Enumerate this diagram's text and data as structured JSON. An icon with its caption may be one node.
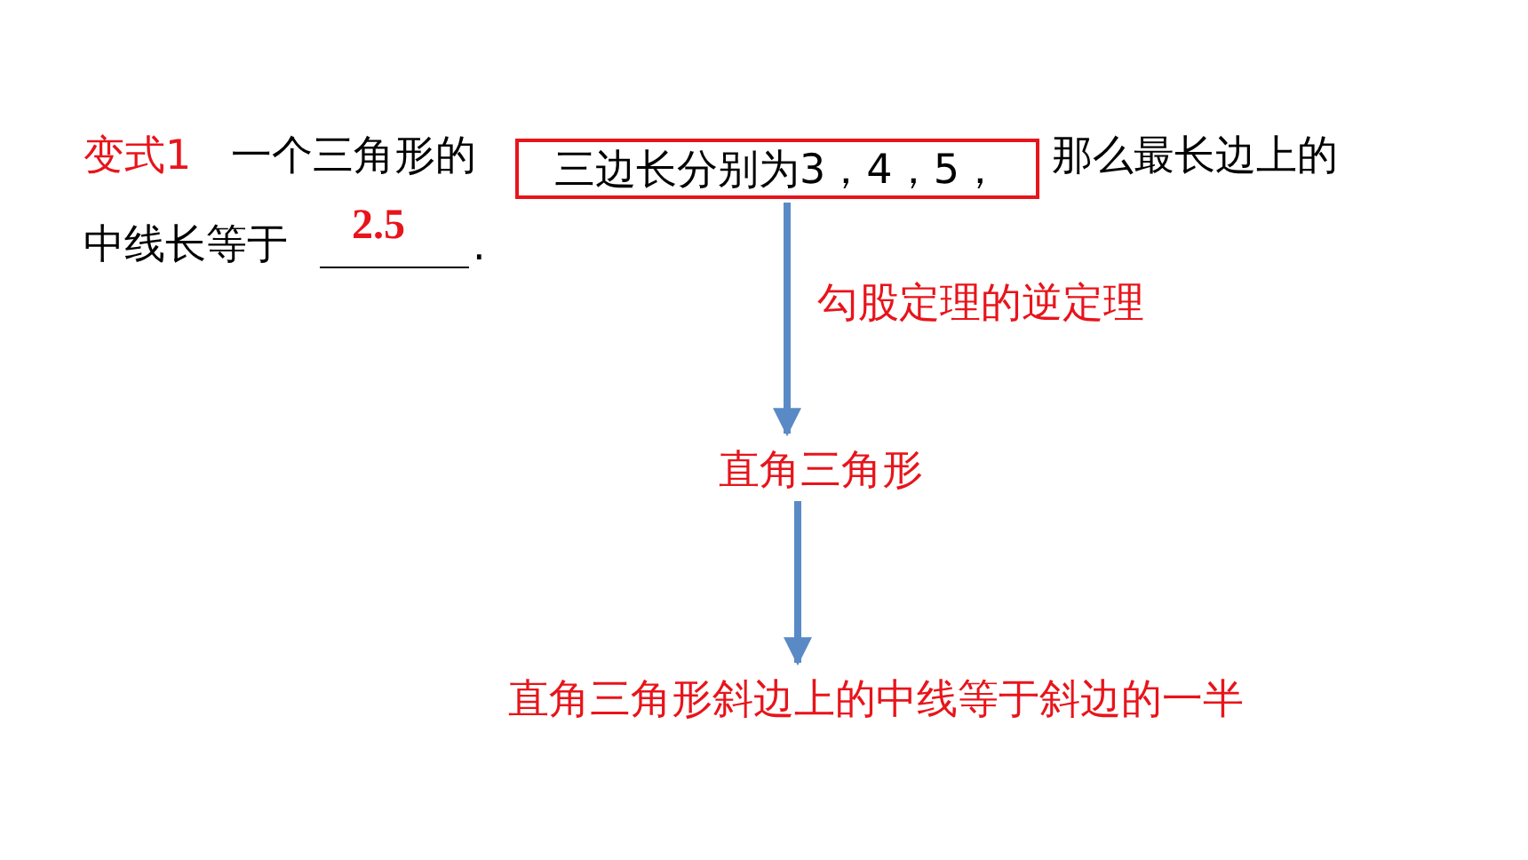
{
  "diagram": {
    "nodes": [
      {
        "text": [
          "三边长分别为3，4，5，"
        ]
      },
      {
        "text": [
          "直角三角形"
        ]
      },
      {
        "text": [
          "直角三角形斜边上的中线等于斜边的一半"
        ]
      }
    ],
    "edges": [
      {
        "from": 0,
        "to": 1,
        "arrow": "to",
        "label": "勾股定理的逆定理"
      },
      {
        "from": 1,
        "to": 2,
        "arrow": "to"
      }
    ],
    "labels": [
      "变式1",
      "一个三角形的",
      "那么最长边上的中线长等于",
      "2.5",
      "."
    ]
  }
}
